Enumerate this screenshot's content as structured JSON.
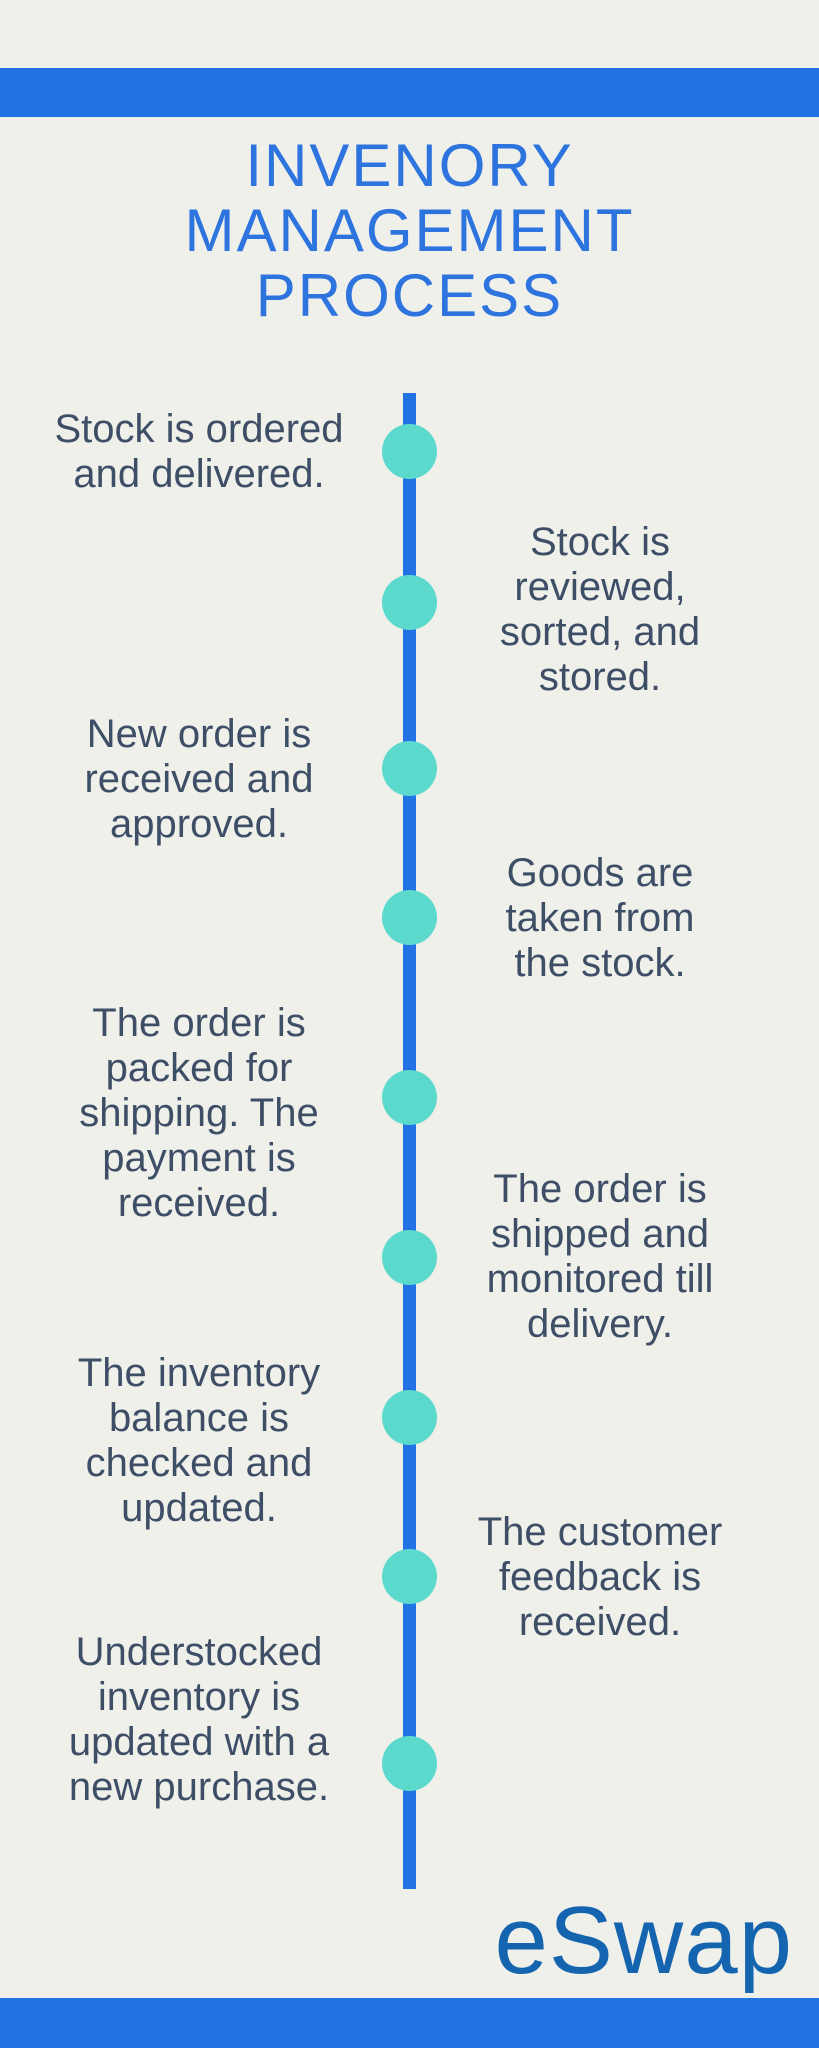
{
  "palette": {
    "background": "#f0f0eb",
    "bar_blue": "#2272e4",
    "title_blue": "#2e74df",
    "body_text": "#3d4e66",
    "dot_teal": "#5cd9cd",
    "logo_blue": "#1464b0"
  },
  "header": {
    "title": "INVENORY MANAGEMENT PROCESS"
  },
  "timeline": {
    "items": [
      {
        "side": "left",
        "text": "Stock is ordered and delivered."
      },
      {
        "side": "right",
        "text": "Stock is reviewed, sorted, and stored."
      },
      {
        "side": "left",
        "text": "New order is received and approved."
      },
      {
        "side": "right",
        "text": "Goods are taken from the stock."
      },
      {
        "side": "left",
        "text": "The order is packed for shipping. The payment is received."
      },
      {
        "side": "right",
        "text": "The order is shipped and monitored till delivery."
      },
      {
        "side": "left",
        "text": "The inventory balance is checked and updated."
      },
      {
        "side": "right",
        "text": "The customer feedback is received."
      },
      {
        "side": "left",
        "text": "Understocked inventory  is updated with a new purchase."
      }
    ]
  },
  "footer": {
    "brand": "eSwap"
  }
}
